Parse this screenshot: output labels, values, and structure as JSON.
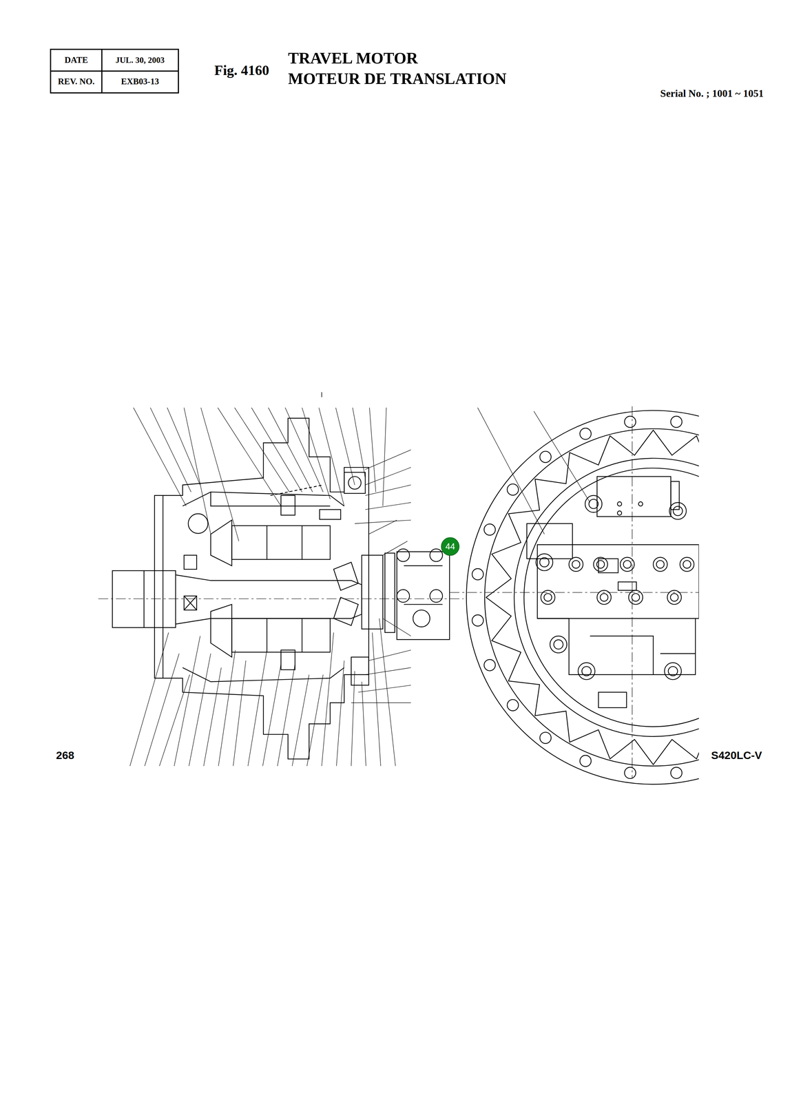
{
  "diagram": {
    "title": "TRAVEL MOTOR",
    "nodes": [
      {
        "text": [
          "44"
        ]
      }
    ],
    "labels": [
      "DATE",
      "JUL. 30, 2003",
      "REV. NO.",
      "EXB03-13",
      "Fig. 4160",
      "MOTEUR DE TRANSLATION",
      "Serial No. ; 1001 ~ 1051",
      "268",
      "S420LC-V"
    ]
  }
}
